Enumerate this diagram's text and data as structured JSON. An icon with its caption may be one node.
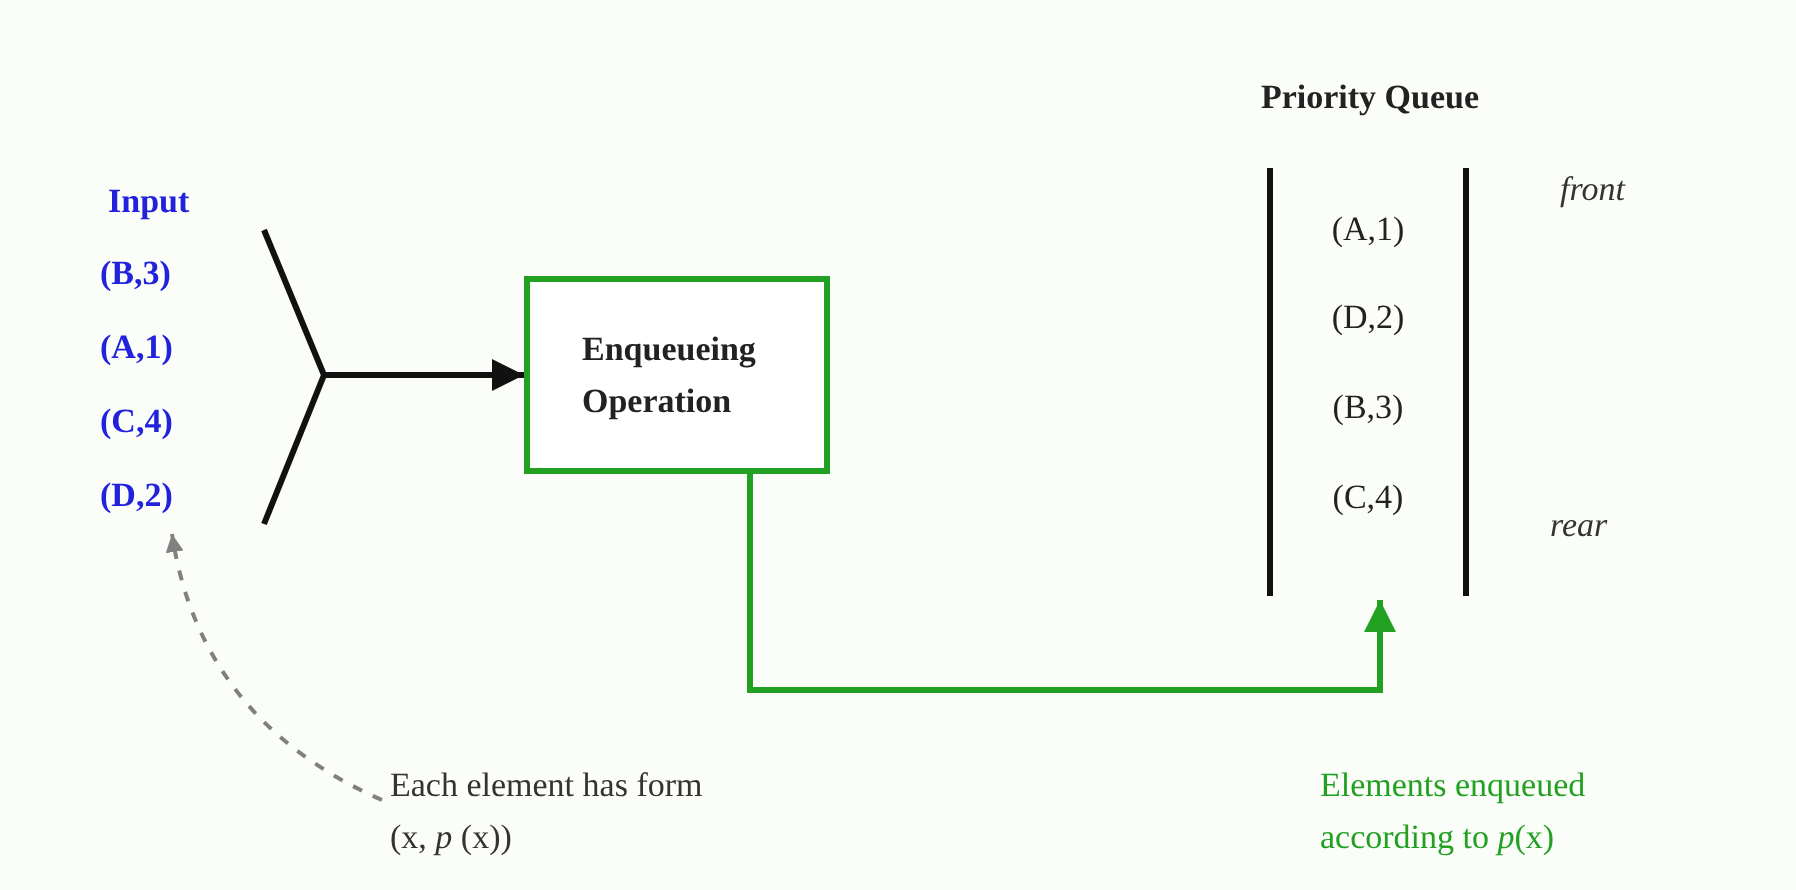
{
  "diagram": {
    "nodes": [
      {
        "text": [
          "Input",
          "(B,3)",
          "(A,1)",
          "(C,4)",
          "(D,2)"
        ]
      },
      {
        "text": [
          "Enqueueing Operation"
        ]
      },
      {
        "text": [
          "Priority Queue",
          "(A,1)",
          "(D,2)",
          "(B,3)",
          "(C,4)"
        ],
        "beside": [
          "front",
          "rear"
        ]
      },
      {
        "text": [
          "Each element has form (x, *p* (x))"
        ]
      }
    ],
    "edges": [
      {
        "from": 0,
        "to": 1,
        "arrow": "to"
      },
      {
        "from": 1,
        "to": 2,
        "arrow": "to",
        "color": "#22a022"
      },
      {
        "from": 3,
        "to": 0,
        "arrow": "to",
        "style": "dashed",
        "color": "#808080"
      }
    ],
    "labels": [
      "Elements enqueued according to *p*(x)"
    ]
  }
}
